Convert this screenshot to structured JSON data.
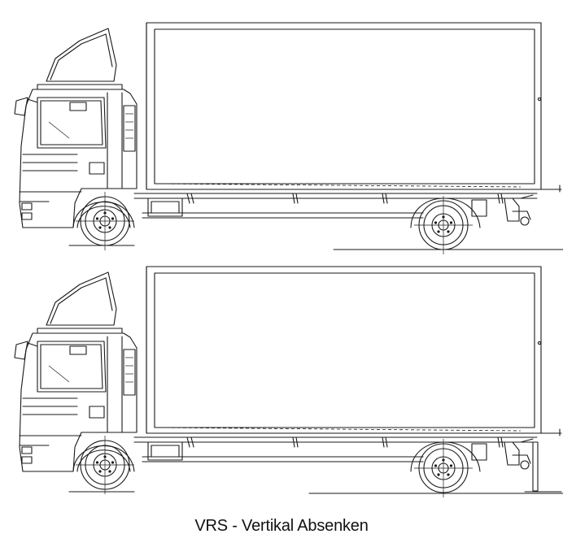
{
  "caption": "VRS - Vertikal Absenken",
  "views": [
    {
      "name": "truck-normal-height",
      "lowered": false
    },
    {
      "name": "truck-lowered-vertically",
      "lowered": true
    }
  ]
}
